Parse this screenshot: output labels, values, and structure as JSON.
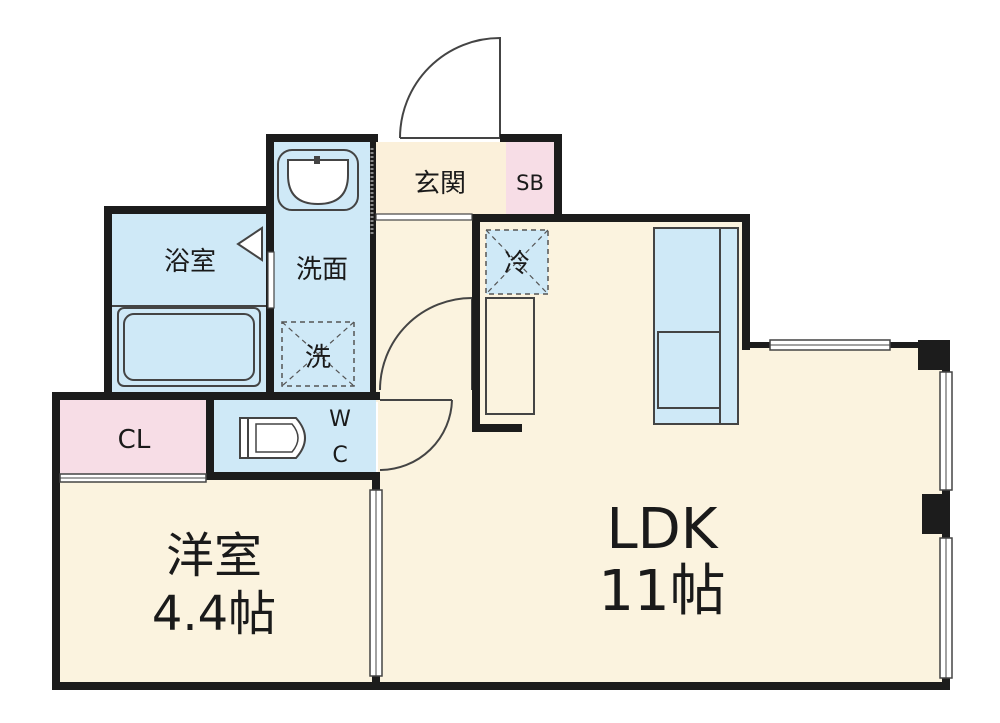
{
  "rooms": {
    "entrance": "玄関",
    "shoe_box": "SB",
    "bath": "浴室",
    "washroom": "洗面",
    "washer": "洗",
    "fridge": "冷",
    "closet": "CL",
    "toilet_w": "W",
    "toilet_c": "C",
    "western_room": "洋室",
    "western_room_size": "4.4帖",
    "ldk": "LDK",
    "ldk_size": "11帖"
  },
  "colors": {
    "wall": "#1c1c1c",
    "floor_wood": "#fbf3df",
    "wet_area": "#cfe9f7",
    "storage": "#f7dde6",
    "entrance_floor": "#fbf0da",
    "outline": "#444444"
  }
}
